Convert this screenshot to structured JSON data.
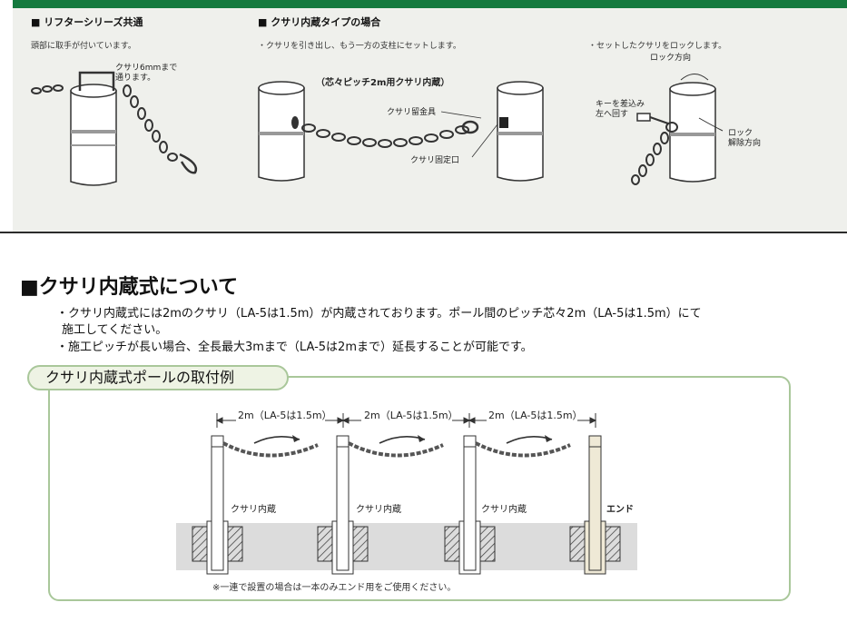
{
  "top": {
    "sec1": {
      "heading": "■ リフターシリーズ共通",
      "text": "頭部に取手が付いています。",
      "label": "クサリ6mmまで\n通ります。"
    },
    "sec2": {
      "heading": "■ クサリ内蔵タイプの場合",
      "text": "・クサリを引き出し、もう一方の支柱にセットします。",
      "pitch_label": "（芯々ピッチ2m用クサリ内蔵）",
      "hook_label": "クサリ留金具",
      "slot_label": "クサリ固定口"
    },
    "sec3": {
      "text": "・セットしたクサリをロックします。",
      "lock_dir": "ロック方向",
      "key_label": "キーを差込み\n左へ回す",
      "unlock_dir": "ロック\n解除方向"
    }
  },
  "main": {
    "title": "■クサリ内蔵式について",
    "bullets": [
      "・クサリ内蔵式には2mのクサリ（LA-5は1.5m）が内蔵されております。ポール間のピッチ芯々2m（LA-5は1.5m）にて",
      "施工してください。",
      "・施工ピッチが長い場合、全長最大3mまで（LA-5は2mまで）延長することが可能です。"
    ]
  },
  "example": {
    "tab_label": "クサリ内蔵式ポールの取付例",
    "pitch_labels": [
      "2m（LA-5は1.5m）",
      "2m（LA-5は1.5m）",
      "2m（LA-5は1.5m）"
    ],
    "post_labels": [
      "クサリ内蔵",
      "クサリ内蔵",
      "クサリ内蔵",
      "エンド"
    ],
    "note": "※一連で設置の場合は一本のみエンド用をご使用ください。"
  },
  "colors": {
    "accent_green": "#157a3e",
    "frame_green": "#a9c79a",
    "panel_bg": "#eff0ec",
    "end_post": "#efe9d6"
  }
}
